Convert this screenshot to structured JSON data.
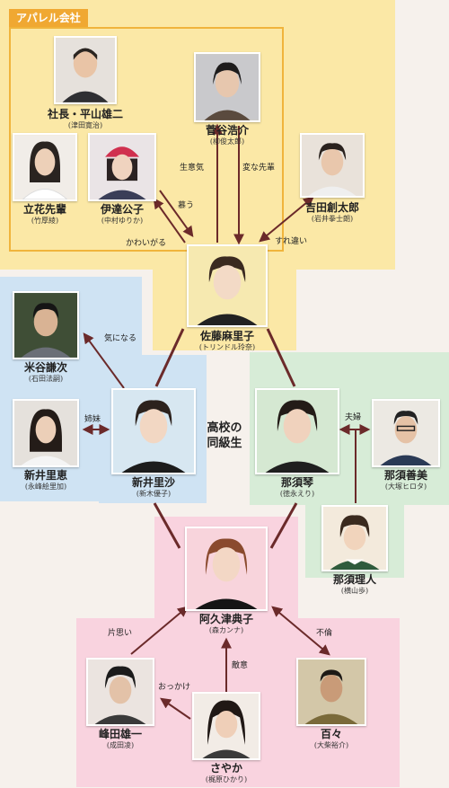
{
  "groups": {
    "apparel": "アパレル会社",
    "classmates": "高校の\n同級生"
  },
  "people": [
    {
      "id": "hirayama",
      "name": "社長・平山雄二",
      "actor": "(津田寛治)"
    },
    {
      "id": "sugaya",
      "name": "菅谷浩介",
      "actor": "(柳俊太郎)"
    },
    {
      "id": "tachibana",
      "name": "立花先輩",
      "actor": "(竹厚綾)"
    },
    {
      "id": "date",
      "name": "伊達公子",
      "actor": "(中村ゆりか)"
    },
    {
      "id": "yoshida",
      "name": "吉田創太郎",
      "actor": "(岩井拳士朗)"
    },
    {
      "id": "sato",
      "name": "佐藤麻里子",
      "actor": "(トリンドル玲奈)"
    },
    {
      "id": "yoneya",
      "name": "米谷謙次",
      "actor": "(石田法嗣)"
    },
    {
      "id": "rie",
      "name": "新井里恵",
      "actor": "(永峰絵里加)"
    },
    {
      "id": "risa",
      "name": "新井里沙",
      "actor": "(新木優子)"
    },
    {
      "id": "koto",
      "name": "那須琴",
      "actor": "(徳永えり)"
    },
    {
      "id": "yoshimi",
      "name": "那須善美",
      "actor": "(大塚ヒロタ)"
    },
    {
      "id": "rihito",
      "name": "那須理人",
      "actor": "(横山歩)"
    },
    {
      "id": "akutsu",
      "name": "阿久津典子",
      "actor": "(森カンナ)"
    },
    {
      "id": "mineta",
      "name": "峰田雄一",
      "actor": "(成田凌)"
    },
    {
      "id": "momo",
      "name": "百々",
      "actor": "(大柴裕介)"
    },
    {
      "id": "sayaka",
      "name": "さやか",
      "actor": "(梶原ひかり)"
    }
  ],
  "relations": [
    {
      "id": "namaiki",
      "label": "生意気"
    },
    {
      "id": "henna",
      "label": "変な先輩"
    },
    {
      "id": "shitau",
      "label": "慕う"
    },
    {
      "id": "kawaigaru",
      "label": "かわいがる"
    },
    {
      "id": "surechigai",
      "label": "すれ違い"
    },
    {
      "id": "kininaru",
      "label": "気になる"
    },
    {
      "id": "shimai",
      "label": "姉妹"
    },
    {
      "id": "fuufu",
      "label": "夫婦"
    },
    {
      "id": "kataomoi",
      "label": "片思い"
    },
    {
      "id": "okkake",
      "label": "おっかけ"
    },
    {
      "id": "tekii",
      "label": "敵意"
    },
    {
      "id": "furin",
      "label": "不倫"
    }
  ],
  "colors": {
    "apparel_zone": "#fbe8a6",
    "apparel_border": "#f0b43c",
    "apparel_tag": "#f0a832",
    "sato_zone": "#fff1bd",
    "blue_zone": "#cfe3f3",
    "green_zone": "#d7ecd7",
    "pink_zone": "#f9d3df",
    "arrow": "#6b2a2a"
  }
}
